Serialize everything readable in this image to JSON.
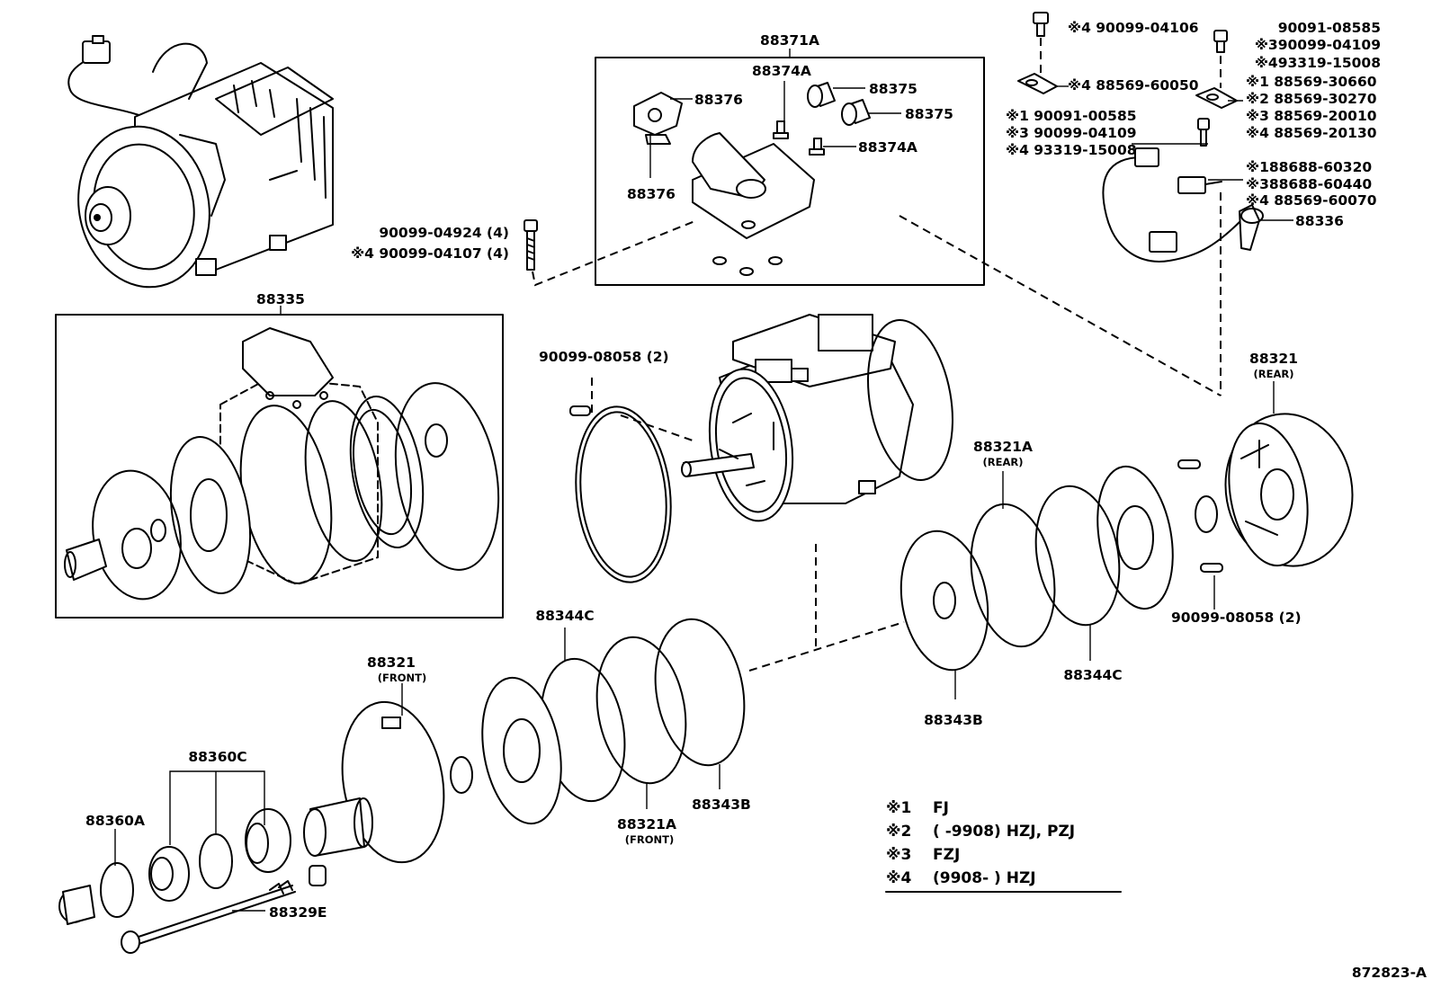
{
  "diagram_id": "872823-A",
  "labels": {
    "p88371A": "88371A",
    "p88374A_top": "88374A",
    "p88376_a": "88376",
    "p88375_a": "88375",
    "p88375_b": "88375",
    "p88374A_b": "88374A",
    "p88376_b": "88376",
    "bolt_std": "90099-04924 (4)",
    "bolt_s4": "※4  90099-04107 (4)",
    "p88335": "88335",
    "pin_left": "90099-08058 (2)",
    "p88321_rear": "88321",
    "rear_note": "(REAR)",
    "p88321A_rear": "88321A",
    "rear_note_2": "(REAR)",
    "p88344C_top": "88344C",
    "p88321_front": "88321",
    "front_note": "(FRONT)",
    "p88360C": "88360C",
    "p88360A": "88360A",
    "p88329E": "88329E",
    "p88321A_front": "88321A",
    "front_note_2": "(FRONT)",
    "p88343B_left": "88343B",
    "p88343B_right": "88343B",
    "p88344C_right": "88344C",
    "pin_right": "90099-08058 (2)",
    "p88336": "88336"
  },
  "callouts": [
    "※4  90099-04106",
    "※4  88569-60050",
    "90091-08585",
    "※390099-04109",
    "※493319-15008",
    "※1  88569-30660",
    "※2  88569-30270",
    "※3  88569-20010",
    "※4  88569-20130",
    "※1  90091-00585",
    "※3  90099-04109",
    "※4  93319-15008",
    "※188688-60320",
    "※388688-60440",
    "※4  88569-60070"
  ],
  "legend": [
    {
      "mark": "※1",
      "text": "FJ"
    },
    {
      "mark": "※2",
      "text": "(        -9908) HZJ, PZJ"
    },
    {
      "mark": "※3",
      "text": "FZJ"
    },
    {
      "mark": "※4",
      "text": "(9908-          ) HZJ"
    }
  ]
}
